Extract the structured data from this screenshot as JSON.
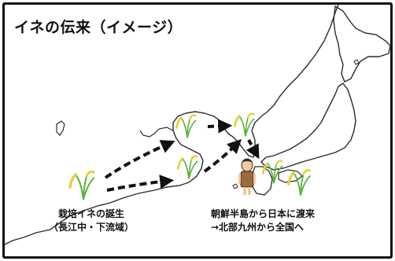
{
  "title": "イネの伝来（イメージ）",
  "labels": {
    "origin_line1": "栽培イネの誕生",
    "origin_line2": "（長江中・下流域）",
    "route_line1": "朝鮮半島から日本に渡来",
    "route_line2": "→北部九州から全国へ"
  },
  "colors": {
    "frame": "#111111",
    "coast": "#2b2b2b",
    "arrow": "#111111",
    "rice_grain": "#e7cf3a",
    "rice_leaf": "#57b33a"
  },
  "icons": [
    "rice-plant-icon",
    "farmer-figure-icon"
  ]
}
